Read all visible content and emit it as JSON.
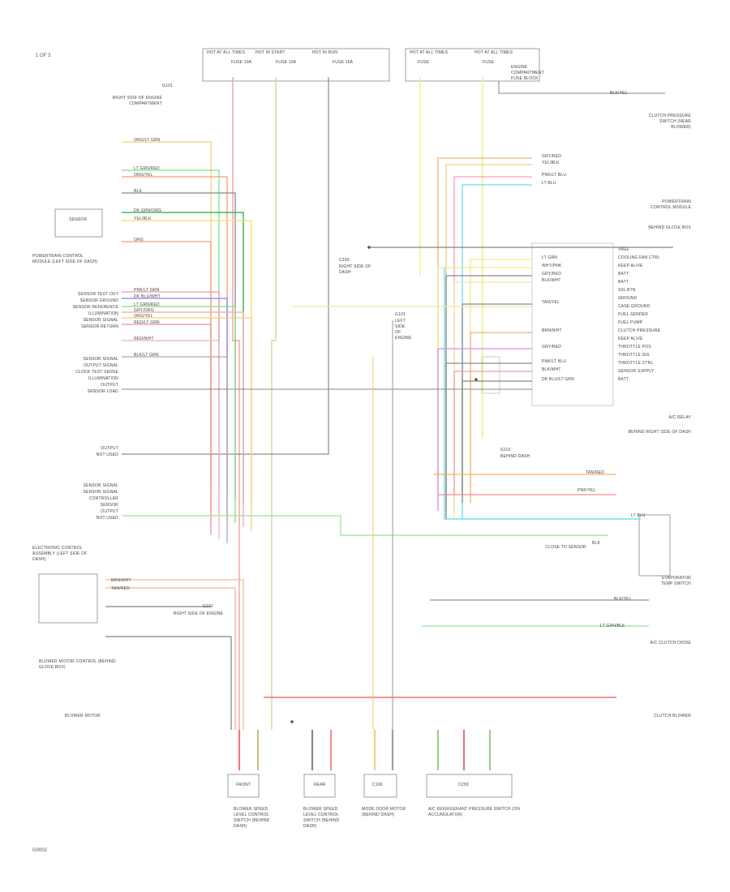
{
  "page": {
    "top_left_label": "1 OF 3",
    "bottom_left_code": "G0002"
  },
  "fuse_blocks": {
    "top_left": [
      "HOT AT ALL TIMES",
      "HOT IN START",
      "HOT IN RUN"
    ],
    "top_left_row2": [
      "FUSE 10A",
      "FUSE 10A",
      "FUSE 15A"
    ],
    "top_right": [
      "HOT AT ALL TIMES",
      "HOT AT ALL TIMES"
    ],
    "top_right_row2": [
      "FUSE",
      "FUSE"
    ],
    "top_right_caption": "ENGINE COMPARTMENT FUSE BLOCK"
  },
  "left_components": {
    "ground_label": "G101",
    "ground_desc": "RIGHT SIDE OF ENGINE COMPARTMENT",
    "sensor_box_label": "SENSOR",
    "module_title": "POWERTRAIN CONTROL MODULE (LEFT SIDE OF DASH)",
    "module_pins_a": [
      "SENSOR TEST OUT",
      "SENSOR GROUND",
      "SENSOR REFERENCE",
      "ILLUMINATION",
      "SENSOR SIGNAL",
      "SENSOR RETURN"
    ],
    "module_pins_b": [
      "SENSOR SIGNAL",
      "OUTPUT SIGNAL",
      "CLOCK TEST SENSE",
      "ILLUMINATION",
      "OUTPUT",
      "SENSOR LOAD"
    ],
    "module_pins_c": [
      "OUTPUT",
      "NOT USED"
    ],
    "module_pins_d": [
      "SENSOR SIGNAL",
      "SENSOR SIGNAL",
      "CONTROLLER",
      "SENSOR",
      "OUTPUT",
      "NOT USED"
    ],
    "lower_module_title": "ELECTRONIC CONTROL ASSEMBLY (LEFT SIDE OF DASH)",
    "lower_wires": [
      "BRN/WHT",
      "TAN/RED"
    ],
    "lower_ground": "G101",
    "lower_ground_desc": "RIGHT SIDE OF ENGINE",
    "blower_label": "BLOWER MOTOR CONTROL (BEHIND GLOVE BOX)",
    "bottom_left_caption": "BLOWER MOTOR"
  },
  "wire_colors_left": [
    "ORG/LT GRN",
    "LT GRN/RED",
    "ORG/YEL",
    "BLK",
    "DK GRN/ORG",
    "YEL/BLK",
    "ORG",
    "PNK/LT GRN",
    "DK BLU/WHT",
    "LT GRN/RED",
    "GRY/ORG",
    "ORG/YEL",
    "RED/LT GRN",
    "RED/WHT",
    "BLK/LT GRN"
  ],
  "right_components": {
    "top_switch": "BLK/YEL",
    "top_switch_desc": "CLUTCH PRESSURE SWITCH (NEAR BLOWER)",
    "module_title": "POWERTRAIN CONTROL MODULE",
    "module_desc": "BEHIND GLOVE BOX",
    "pins": [
      "VREF",
      "COOLING FAN CTRL",
      "KEEP ALIVE",
      "BATT",
      "BATT",
      "SIG RTN",
      "GROUND",
      "CASE GROUND",
      "FUEL SENDER",
      "FUEL PUMP",
      "CLUTCH PRESSURE",
      "KEEP ALIVE",
      "THROTTLE POS",
      "THROTTLE SIG",
      "THROTTLE CTRL",
      "SENSOR SUPPLY",
      "BATT"
    ],
    "wires_right": [
      "GRY/RED",
      "YEL/BLK",
      "PNK/LT BLU",
      "LT BLU",
      "LT GRN",
      "WHT/PNK",
      "GRY/RED",
      "BLK/WHT",
      "TAN/YEL",
      "BRN/WHT",
      "GRY/RED",
      "PNK/LT BLU",
      "BLK/WHT",
      "DK BLU/LT GRN"
    ],
    "mid_label": "G101",
    "mid_label_desc": "BEHIND DASH",
    "relay_title": "A/C RELAY",
    "relay_desc": "BEHIND RIGHT SIDE OF DASH",
    "relay_wires": [
      "TAN/RED",
      "PNK/YEL"
    ],
    "ground_ref": "BLK",
    "ground_desc": "CLOSE TO SENSOR",
    "pressure_sw": "LT BLU",
    "lower_switch_desc": "EVAPORATOR TEMP SWITCH",
    "lower_switch_wires": [
      "BLK/YEL",
      "LT GRN/BLK"
    ],
    "lower_right_caption": "A/C CLUTCH DIODE",
    "bottom_right_caption": "CLUTCH BLOWER"
  },
  "bottom_connectors": [
    {
      "label": "FRONT",
      "caption": "BLOWER SPEED LEVEL CONTROL SWITCH (BEHIND DASH)"
    },
    {
      "label": "REAR",
      "caption": "BLOWER SPEED LEVEL CONTROL SWITCH (BEHIND DASH)"
    },
    {
      "label": "C100",
      "caption": "MODE DOOR MOTOR (BEHIND DASH)"
    },
    {
      "label": "C200",
      "caption": "A/C REFRIGERANT PRESSURE SWITCH (ON ACCUMULATOR)"
    }
  ],
  "center_labels": {
    "mid_top": "C200",
    "mid_top_desc": "RIGHT SIDE OF DASH",
    "center_box": "G101",
    "center_box_desc": "LEFT SIDE OF ENGINE"
  }
}
